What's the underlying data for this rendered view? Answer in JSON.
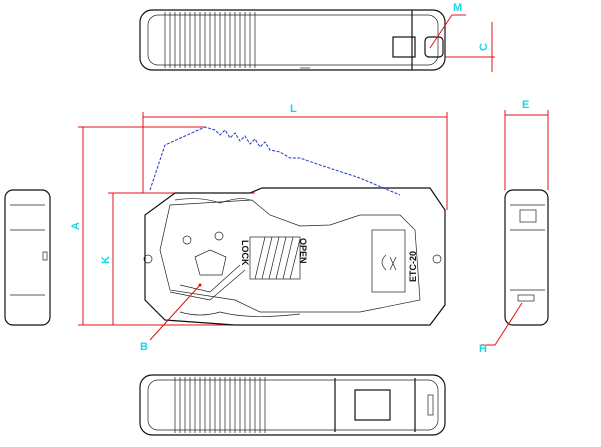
{
  "dimension_labels": {
    "M": "M",
    "C": "C",
    "L": "L",
    "E": "E",
    "A": "A",
    "K": "K",
    "B": "B",
    "H": "H"
  },
  "device": {
    "lock_text": "LOCK",
    "open_text": "OPEN",
    "model": "ETC-20"
  },
  "colors": {
    "dimension": "#e0101a",
    "label": "#19d6e6",
    "open_outline": "#2233cc",
    "outline": "#111111"
  }
}
